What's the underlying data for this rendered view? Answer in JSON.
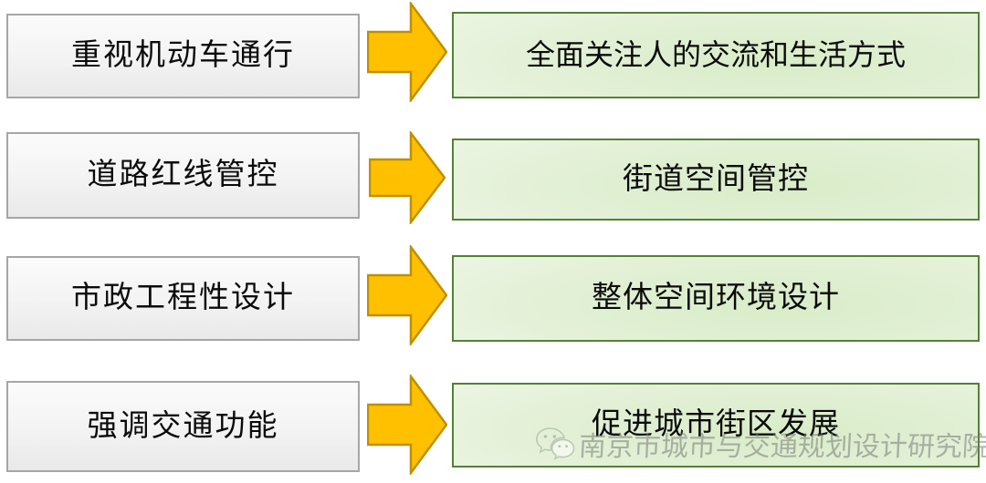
{
  "diagram": {
    "type": "transformation-comparison",
    "orientation": "left-to-right",
    "arrow_icon": "right-arrow-icon",
    "colors": {
      "left_box_fill": "#f3f3f3",
      "left_box_border": "#a6a6a6",
      "right_box_fill": "#e4f1d8",
      "right_box_border": "#538135",
      "arrow_fill": "#FFC000",
      "arrow_border": "#BF9000",
      "text": "#0b0b0b"
    },
    "rows": [
      {
        "index": 1,
        "from": "重视机动车通行",
        "to": "全面关注人的交流和生活方式"
      },
      {
        "index": 2,
        "from": "道路红线管控",
        "to": "街道空间管控"
      },
      {
        "index": 3,
        "from": "市政工程性设计",
        "to": "整体空间环境设计"
      },
      {
        "index": 4,
        "from": "强调交通功能",
        "to": "促进城市街区发展"
      }
    ]
  },
  "watermark": {
    "logo_icon": "wechat-icon",
    "text": "南京市城市与交通规划设计研究院"
  }
}
